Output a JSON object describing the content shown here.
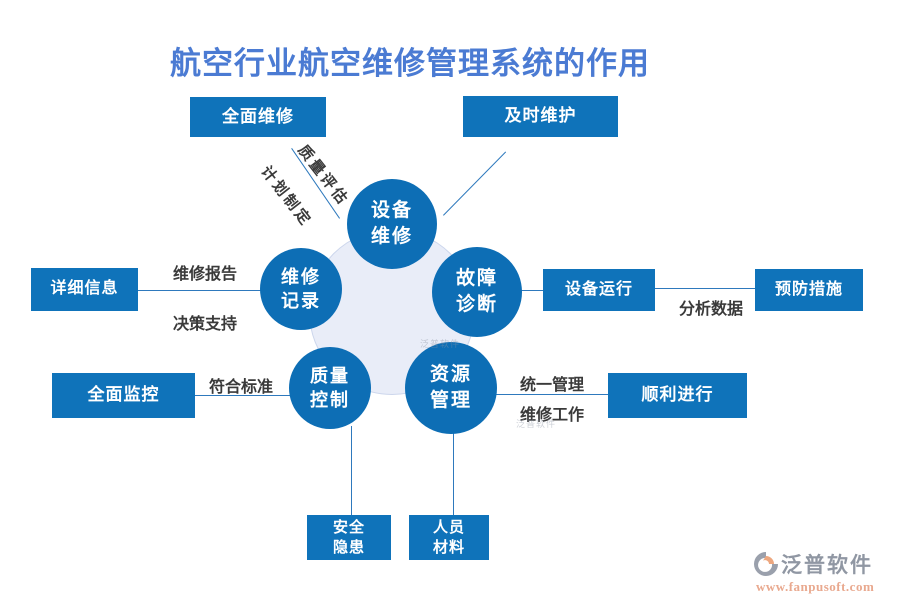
{
  "title": {
    "text": "航空行业航空维修管理系统的作用",
    "color": "#4b7bd3"
  },
  "colors": {
    "node_blue": "#0d6eb5",
    "box_blue": "#0f73ba",
    "line_blue": "#2e79bd",
    "title_blue": "#4b7bd3",
    "center_disc": "#e9edf8",
    "label_text": "#3a3a3a"
  },
  "nodes": [
    {
      "name": "equipment-maintenance",
      "label": "设备\n维修"
    },
    {
      "name": "maintenance-records",
      "label": "维修\n记录"
    },
    {
      "name": "fault-diagnosis",
      "label": "故障\n诊断"
    },
    {
      "name": "quality-control",
      "label": "质量\n控制"
    },
    {
      "name": "resource-management",
      "label": "资源\n管理"
    }
  ],
  "boxes": [
    {
      "name": "comprehensive-maintenance",
      "label": "全面维修"
    },
    {
      "name": "timely-maintenance",
      "label": "及时维护"
    },
    {
      "name": "detailed-information",
      "label": "详细信息"
    },
    {
      "name": "equipment-operation",
      "label": "设备运行"
    },
    {
      "name": "preventive-measures",
      "label": "预防措施"
    },
    {
      "name": "comprehensive-monitoring",
      "label": "全面监控"
    },
    {
      "name": "smooth-progress",
      "label": "顺利进行"
    },
    {
      "name": "safety-hazards",
      "label": "安全\n隐患"
    },
    {
      "name": "personnel-materials",
      "label": "人员\n材料"
    }
  ],
  "edge_labels": [
    {
      "name": "plan-formulation",
      "label": "计划制定"
    },
    {
      "name": "quality-evaluation",
      "label": "质量评估"
    },
    {
      "name": "maintenance-report",
      "label": "维修报告"
    },
    {
      "name": "decision-support",
      "label": "决策支持"
    },
    {
      "name": "data-analysis",
      "label": "分析数据"
    },
    {
      "name": "meet-standards",
      "label": "符合标准"
    },
    {
      "name": "unified-management",
      "label": "统一管理"
    },
    {
      "name": "maintenance-work",
      "label": "维修工作"
    }
  ],
  "watermark": {
    "brand": "泛普软件",
    "url": "www.fanpusoft.com",
    "faint": "泛普软件"
  }
}
